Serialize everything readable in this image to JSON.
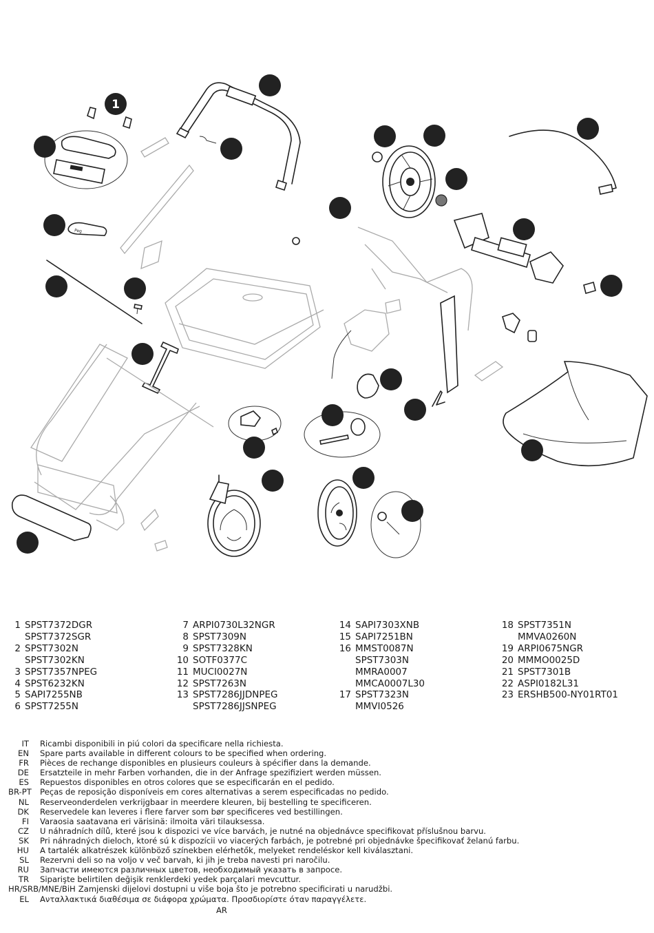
{
  "diagram": {
    "callouts": [
      "1"
    ]
  },
  "parts": {
    "col1": [
      {
        "num": "1",
        "code": "SPST7372DGR"
      },
      {
        "num": "",
        "code": "SPST7372SGR"
      },
      {
        "num": "2",
        "code": "SPST7302N"
      },
      {
        "num": "",
        "code": "SPST7302KN"
      },
      {
        "num": "3",
        "code": "SPST7357NPEG"
      },
      {
        "num": "4",
        "code": "SPST6232KN"
      },
      {
        "num": "5",
        "code": "SAPI7255NB"
      },
      {
        "num": "6",
        "code": "SPST7255N"
      }
    ],
    "col2": [
      {
        "num": "7",
        "code": "ARPI0730L32NGR"
      },
      {
        "num": "8",
        "code": "SPST7309N"
      },
      {
        "num": "9",
        "code": "SPST7328KN"
      },
      {
        "num": "10",
        "code": "SOTF0377C"
      },
      {
        "num": "11",
        "code": "MUCI0027N"
      },
      {
        "num": "12",
        "code": "SPST7263N"
      },
      {
        "num": "13",
        "code": "SPST7286JJDNPEG"
      },
      {
        "num": "",
        "code": "SPST7286JJSNPEG"
      }
    ],
    "col3": [
      {
        "num": "14",
        "code": "SAPI7303XNB"
      },
      {
        "num": "15",
        "code": "SAPI7251BN"
      },
      {
        "num": "16",
        "code": "MMST0087N"
      },
      {
        "num": "",
        "code": "SPST7303N"
      },
      {
        "num": "",
        "code": "MMRA0007"
      },
      {
        "num": "",
        "code": "MMCA0007L30"
      },
      {
        "num": "17",
        "code": "SPST7323N"
      },
      {
        "num": "",
        "code": "MMVI0526"
      }
    ],
    "col4": [
      {
        "num": "18",
        "code": "SPST7351N"
      },
      {
        "num": "",
        "code": "MMVA0260N"
      },
      {
        "num": "19",
        "code": "ARPI0675NGR"
      },
      {
        "num": "20",
        "code": "MMMO0025D"
      },
      {
        "num": "21",
        "code": "SPST7301B"
      },
      {
        "num": "22",
        "code": "ASPI0182L31"
      },
      {
        "num": "23",
        "code": "ERSHB500-NY01RT01"
      }
    ]
  },
  "notes": [
    {
      "lang": "IT",
      "text": "Ricambi disponibili in piú colori da specificare nella richiesta."
    },
    {
      "lang": "EN",
      "text": "Spare parts available in different colours to be specified when ordering."
    },
    {
      "lang": "FR",
      "text": "Pièces de rechange disponibles en plusieurs couleurs à spécifier dans la demande."
    },
    {
      "lang": "DE",
      "text": "Ersatzteile in mehr Farben vorhanden, die in der Anfrage spezifiziert werden müssen."
    },
    {
      "lang": "ES",
      "text": "Repuestos disponibles en otros colores que se especificarán en el pedido."
    },
    {
      "lang": "BR-PT",
      "text": "Peças de reposição disponíveis em cores alternativas a serem especificadas no pedido."
    },
    {
      "lang": "NL",
      "text": "Reserveonderdelen verkrijgbaar in meerdere kleuren, bij bestelling te specificeren."
    },
    {
      "lang": "DK",
      "text": "Reservedele kan leveres i flere farver som bør specificeres ved bestillingen."
    },
    {
      "lang": "FI",
      "text": "Varaosia saatavana eri värisinä: ilmoita väri tilauksessa."
    },
    {
      "lang": "CZ",
      "text": "U náhradních dílů, které jsou k dispozici ve více barvách, je nutné na objednávce specifikovat příslušnou barvu."
    },
    {
      "lang": "SK",
      "text": "Pri náhradných dieloch, ktoré sú k dispozícii vo viacerých farbách, je potrebné pri objednávke špecifikovať želanú farbu."
    },
    {
      "lang": "HU",
      "text": "A tartalék alkatrészek különböző színekben elérhetők, melyeket rendeléskor kell kiválasztani."
    },
    {
      "lang": "SL",
      "text": "Rezervni deli so na voljo v več barvah, ki jih je treba navesti pri naročilu."
    },
    {
      "lang": "RU",
      "text": "Запчасти имеются различных цветов, необходимый указать в запросе."
    },
    {
      "lang": "TR",
      "text": "Siparişte belirtilen değişik renklerdeki yedek parçalari mevcuttur."
    },
    {
      "lang": "HR/SRB/MNE/BiH",
      "text": "Zamjenski dijelovi dostupni u više boja što je potrebno specificirati u narudžbi."
    },
    {
      "lang": "EL",
      "text": "Ανταλλακτικά διαθέσιμα σε διάφορα χρώματα. Προσδιορίστε όταν παραγγέλετε."
    }
  ],
  "ar_label": "AR"
}
